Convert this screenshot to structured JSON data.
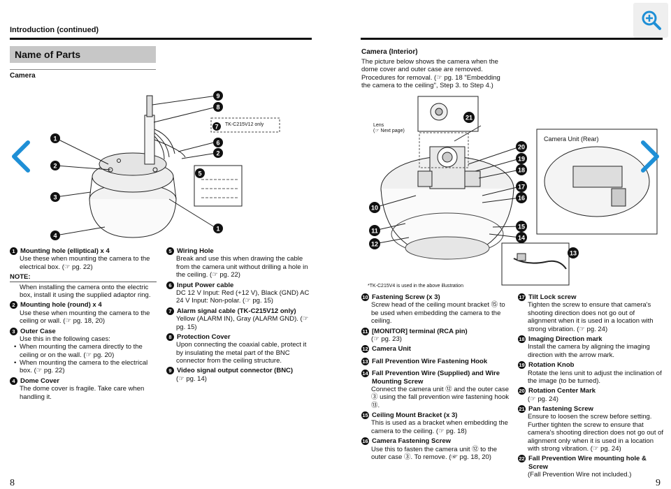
{
  "left_page": {
    "header": "Introduction (continued)",
    "section_title": "Name of Parts",
    "subsection": "Camera",
    "diagram_label": "TK-C215V12 only",
    "col1": [
      {
        "n": "1",
        "title": "Mounting hole (elliptical) x 4",
        "desc": "Use these when mounting the camera to the electrical box. (☞ pg. 22)"
      },
      {
        "note_head": "NOTE:",
        "note": "When installing the camera onto the electric box, install it using the supplied adaptor ring."
      },
      {
        "n": "2",
        "title": "Mounting hole (round) x 4",
        "desc": "Use these when mounting the camera to the ceiling or wall. (☞ pg. 18, 20)"
      },
      {
        "n": "3",
        "title": "Outer Case",
        "desc": "Use this in the following cases:",
        "bullets": [
          "When mounting the camera directly to the ceiling or on the wall. (☞ pg. 20)",
          "When mounting the camera to the electrical box. (☞ pg. 22)"
        ]
      },
      {
        "n": "4",
        "title": "Dome Cover",
        "desc": "The dome cover is fragile. Take care when handling it."
      }
    ],
    "col2": [
      {
        "n": "5",
        "title": "Wiring Hole",
        "desc": "Break and use this when drawing the cable from the camera unit without drilling a hole in the ceiling. (☞ pg. 22)"
      },
      {
        "n": "6",
        "title": "Input Power cable",
        "desc": "DC 12 V Input: Red (+12 V), Black (GND) AC 24 V Input: Non-polar. (☞ pg. 15)"
      },
      {
        "n": "7",
        "title": "Alarm signal cable (TK-C215V12 only)",
        "desc": "Yellow (ALARM IN), Gray (ALARM GND). (☞ pg. 15)"
      },
      {
        "n": "8",
        "title": "Protection Cover",
        "desc": "Upon connecting the coaxial cable, protect it by insulating the metal part of the BNC connector from the ceiling structure."
      },
      {
        "n": "9",
        "title": "Video signal output connector (BNC)",
        "desc": "(☞ pg. 14)"
      }
    ],
    "page_number": "8"
  },
  "right_page": {
    "subtitle": "Camera (Interior)",
    "intro": "The picture below shows the camera when the dome cover and outer case are removed. Procedures for removal. (☞ pg. 18 \"Embedding the camera to the ceiling\", Step 3. to Step 4.)",
    "lens_label": "Lens",
    "lens_ref": "(☞ Next page)",
    "rear_label": "Camera Unit (Rear)",
    "footnote": "*TK-C215V4 is used in the above illustration",
    "col1": [
      {
        "n": "10",
        "title": "Fastening Screw (x 3)",
        "desc": "Screw head of the ceiling mount bracket ⑮ to be used when embedding the camera to the ceiling."
      },
      {
        "n": "11",
        "title": "[MONITOR] terminal (RCA pin)",
        "desc": "(☞ pg. 23)"
      },
      {
        "n": "12",
        "title": "Camera Unit",
        "desc": ""
      },
      {
        "n": "13",
        "title": "Fall Prevention Wire Fastening Hook",
        "desc": ""
      },
      {
        "n": "14",
        "title": "Fall Prevention Wire (Supplied) and Wire Mounting Screw",
        "desc": "Connect the camera unit ⑫ and the outer case ③ using the fall prevention wire fastening hook ⑬."
      },
      {
        "n": "15",
        "title": "Ceiling Mount Bracket (x 3)",
        "desc": "This is used as a bracket when embedding the camera to the ceiling. (☞ pg. 18)"
      },
      {
        "n": "16",
        "title": "Camera Fastening Screw",
        "desc": "Use this to fasten the camera unit ⑫ to the outer case ③. To remove. (☞ pg. 18, 20)"
      }
    ],
    "col2": [
      {
        "n": "17",
        "title": "Tilt Lock screw",
        "desc": "Tighten the screw to ensure that camera's shooting direction does not go out of alignment when it is used in a location with strong vibration. (☞ pg. 24)"
      },
      {
        "n": "18",
        "title": "Imaging Direction mark",
        "desc": "Install the camera by aligning the imaging direction with the arrow mark."
      },
      {
        "n": "19",
        "title": "Rotation Knob",
        "desc": "Rotate the lens unit to adjust the inclination of the image (to be turned)."
      },
      {
        "n": "20",
        "title": "Rotation Center Mark",
        "desc": "(☞ pg. 24)"
      },
      {
        "n": "21",
        "title": "Pan fastening Screw",
        "desc": "Ensure to loosen the screw before setting. Further tighten the screw to ensure that camera's shooting direction does not go out of alignment only when it is used in a location with strong vibration. (☞ pg. 24)"
      },
      {
        "n": "22",
        "title": "Fall Prevention Wire mounting hole & Screw",
        "desc": "(Fall Prevention Wire not included.)"
      }
    ],
    "page_number": "9"
  },
  "viewer": {
    "zoom_icon": "zoom-in-icon",
    "prev_icon": "chevron-left-icon",
    "next_icon": "chevron-right-icon",
    "accent_color": "#1e8fd6"
  },
  "callouts": {
    "left": [
      "1",
      "2",
      "3",
      "4",
      "5",
      "6",
      "7",
      "8",
      "9",
      "1",
      "2"
    ],
    "right": [
      "21",
      "20",
      "19",
      "18",
      "17",
      "16",
      "15",
      "14",
      "13",
      "10",
      "11",
      "12"
    ]
  }
}
